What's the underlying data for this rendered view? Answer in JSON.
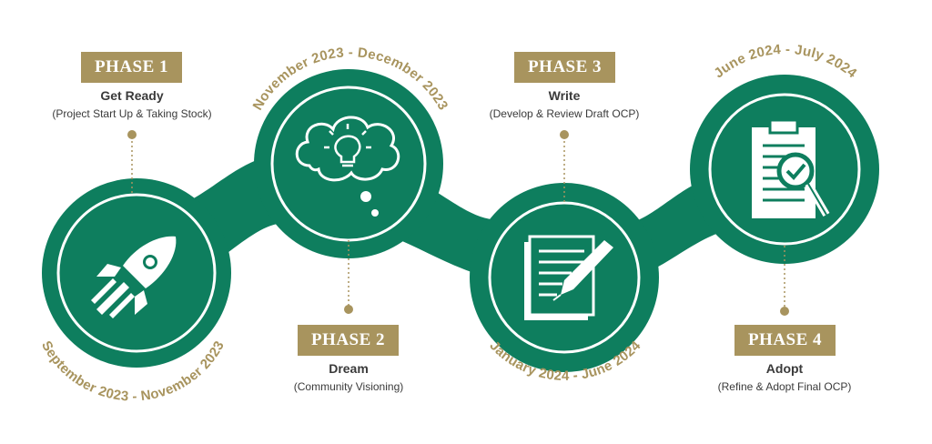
{
  "colors": {
    "green": "#0e7e5e",
    "gold": "#a8945e",
    "white": "#ffffff",
    "text": "#3a3a3a"
  },
  "phases": [
    {
      "label": "PHASE 1",
      "title": "Get Ready",
      "subtitle": "(Project Start Up & Taking Stock)",
      "dates": "September 2023 - November 2023",
      "icon": "rocket-icon"
    },
    {
      "label": "PHASE 2",
      "title": "Dream",
      "subtitle": "(Community Visioning)",
      "dates": "November 2023 - December 2023",
      "icon": "thought-bubble-lightbulb-icon"
    },
    {
      "label": "PHASE 3",
      "title": "Write",
      "subtitle": "(Develop & Review Draft OCP)",
      "dates": "January 2024 - June 2024",
      "icon": "document-pen-icon"
    },
    {
      "label": "PHASE 4",
      "title": "Adopt",
      "subtitle": "(Refine & Adopt Final OCP)",
      "dates": "June 2024 - July 2024",
      "icon": "clipboard-check-icon"
    }
  ]
}
